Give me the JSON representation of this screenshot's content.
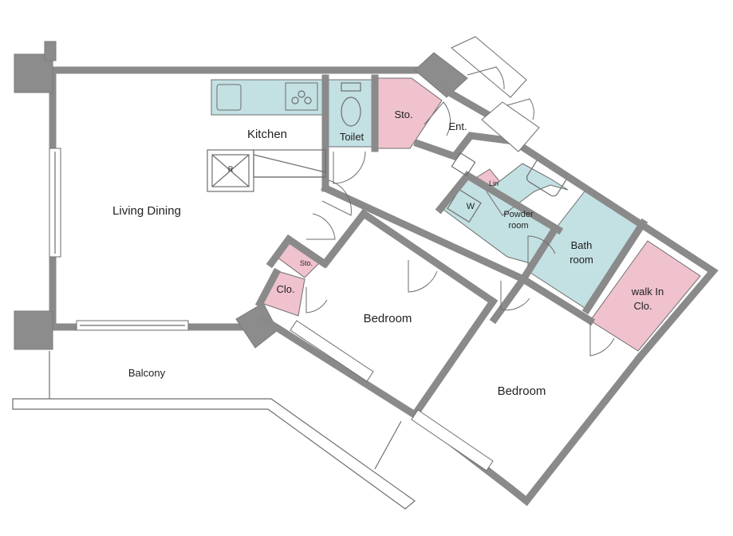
{
  "rooms": {
    "kitchen": "Kitchen",
    "toilet": "Toilet",
    "storage_entry": "Sto.",
    "entrance": "Ent.",
    "linen": "Lin",
    "washer": "W",
    "powder_line1": "Powder",
    "powder_line2": "room",
    "bath_line1": "Bath",
    "bath_line2": "room",
    "walkin_line1": "walk  In",
    "walkin_line2": "Clo.",
    "living_dining": "Living Dining",
    "storage_small": "Sto.",
    "closet": "Clo.",
    "bedroom_1": "Bedroom",
    "bedroom_2": "Bedroom",
    "balcony": "Balcony",
    "fridge": "R"
  },
  "colors": {
    "wet_area": "#c3e0e3",
    "storage": "#efc2cd",
    "wall": "#8c8c8c"
  }
}
